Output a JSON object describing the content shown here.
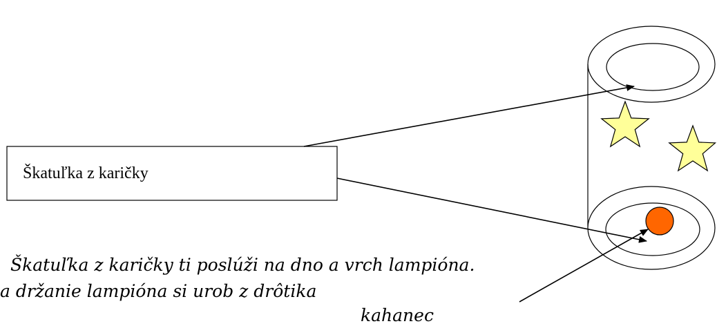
{
  "diagram": {
    "box_label": "Škatuľka z karičky",
    "note_line_1": "Škatuľka z karičky ti poslúži na dno a vrch lampióna.",
    "note_line_2": "a držanie lampióna si urob z drôtika",
    "note_line_3": "kahanec",
    "colors": {
      "star_fill": "#FFFF99",
      "candle_fill": "#FF6600",
      "stroke": "#000000"
    }
  }
}
